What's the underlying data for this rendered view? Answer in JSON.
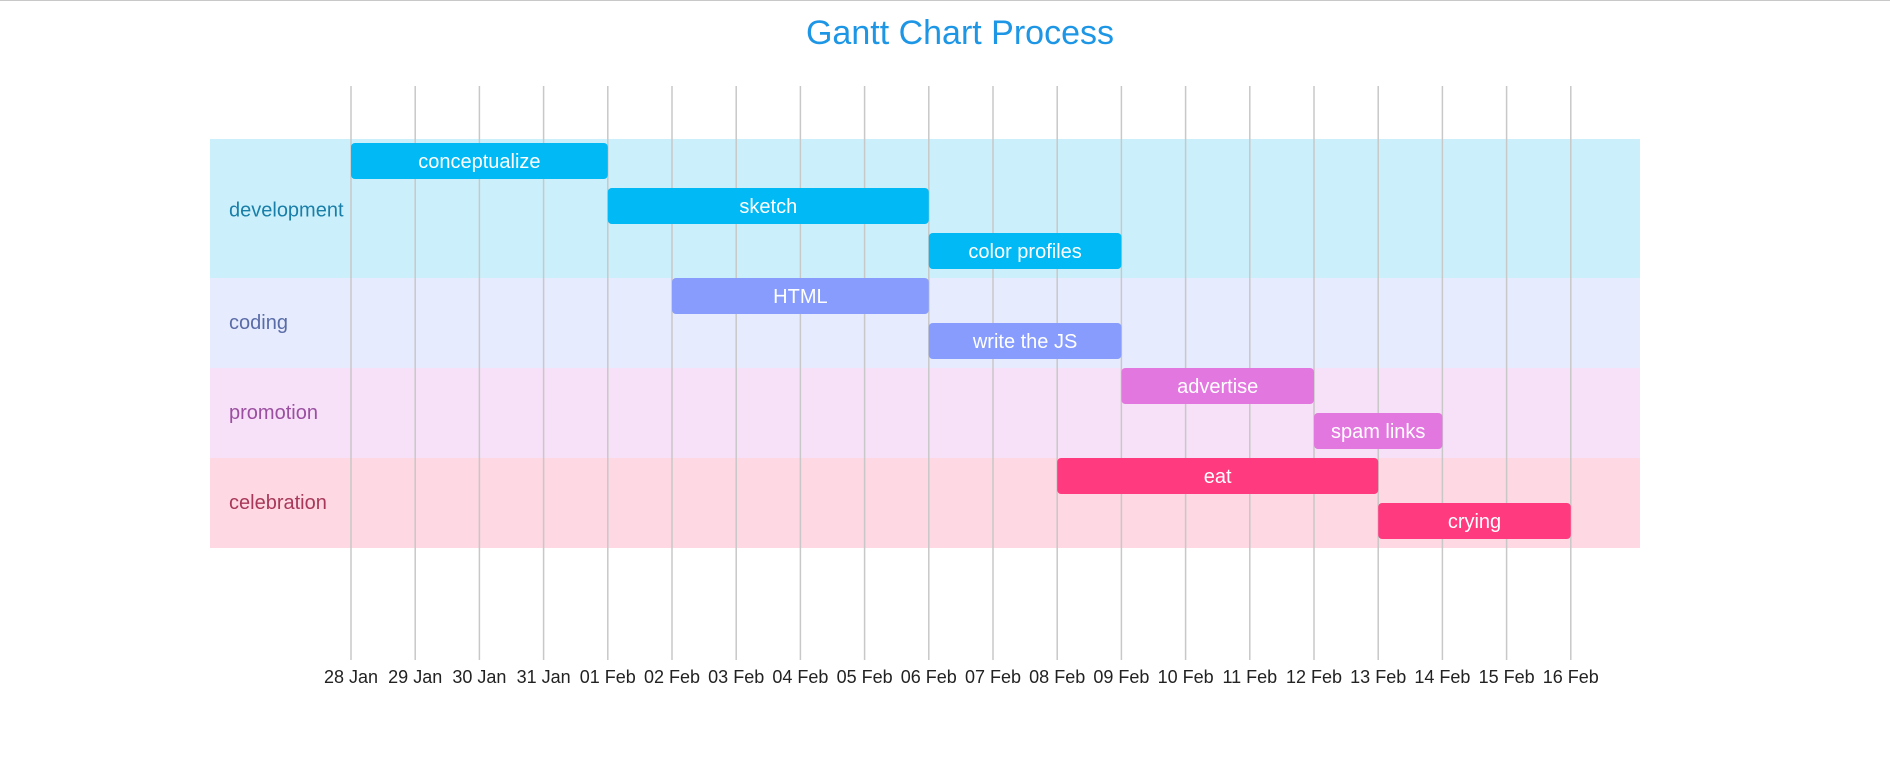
{
  "chart_data": {
    "type": "gantt",
    "title": "Gantt Chart Process",
    "x_ticks": [
      "28 Jan",
      "29 Jan",
      "30 Jan",
      "31 Jan",
      "01 Feb",
      "02 Feb",
      "03 Feb",
      "04 Feb",
      "05 Feb",
      "06 Feb",
      "07 Feb",
      "08 Feb",
      "09 Feb",
      "10 Feb",
      "11 Feb",
      "12 Feb",
      "13 Feb",
      "14 Feb",
      "15 Feb",
      "16 Feb"
    ],
    "groups": [
      {
        "name": "development",
        "bg": "#cbf0fb",
        "label_color": "#1a7fa8",
        "bar_color": "#00b9f5"
      },
      {
        "name": "coding",
        "bg": "#e6ebfe",
        "label_color": "#5a6ca8",
        "bar_color": "#879cfd"
      },
      {
        "name": "promotion",
        "bg": "#f7e1f8",
        "label_color": "#9a4fa0",
        "bar_color": "#e377e0"
      },
      {
        "name": "celebration",
        "bg": "#fed8e2",
        "label_color": "#a8385a",
        "bar_color": "#ff3a7f"
      }
    ],
    "tasks": [
      {
        "name": "conceptualize",
        "group": "development",
        "start": "28 Jan",
        "end": "01 Feb"
      },
      {
        "name": "sketch",
        "group": "development",
        "start": "01 Feb",
        "end": "06 Feb"
      },
      {
        "name": "color profiles",
        "group": "development",
        "start": "06 Feb",
        "end": "09 Feb"
      },
      {
        "name": "HTML",
        "group": "coding",
        "start": "02 Feb",
        "end": "06 Feb"
      },
      {
        "name": "write the JS",
        "group": "coding",
        "start": "06 Feb",
        "end": "09 Feb"
      },
      {
        "name": "advertise",
        "group": "promotion",
        "start": "09 Feb",
        "end": "12 Feb"
      },
      {
        "name": "spam links",
        "group": "promotion",
        "start": "12 Feb",
        "end": "14 Feb"
      },
      {
        "name": "eat",
        "group": "celebration",
        "start": "08 Feb",
        "end": "13 Feb"
      },
      {
        "name": "crying",
        "group": "celebration",
        "start": "13 Feb",
        "end": "16 Feb"
      }
    ]
  }
}
